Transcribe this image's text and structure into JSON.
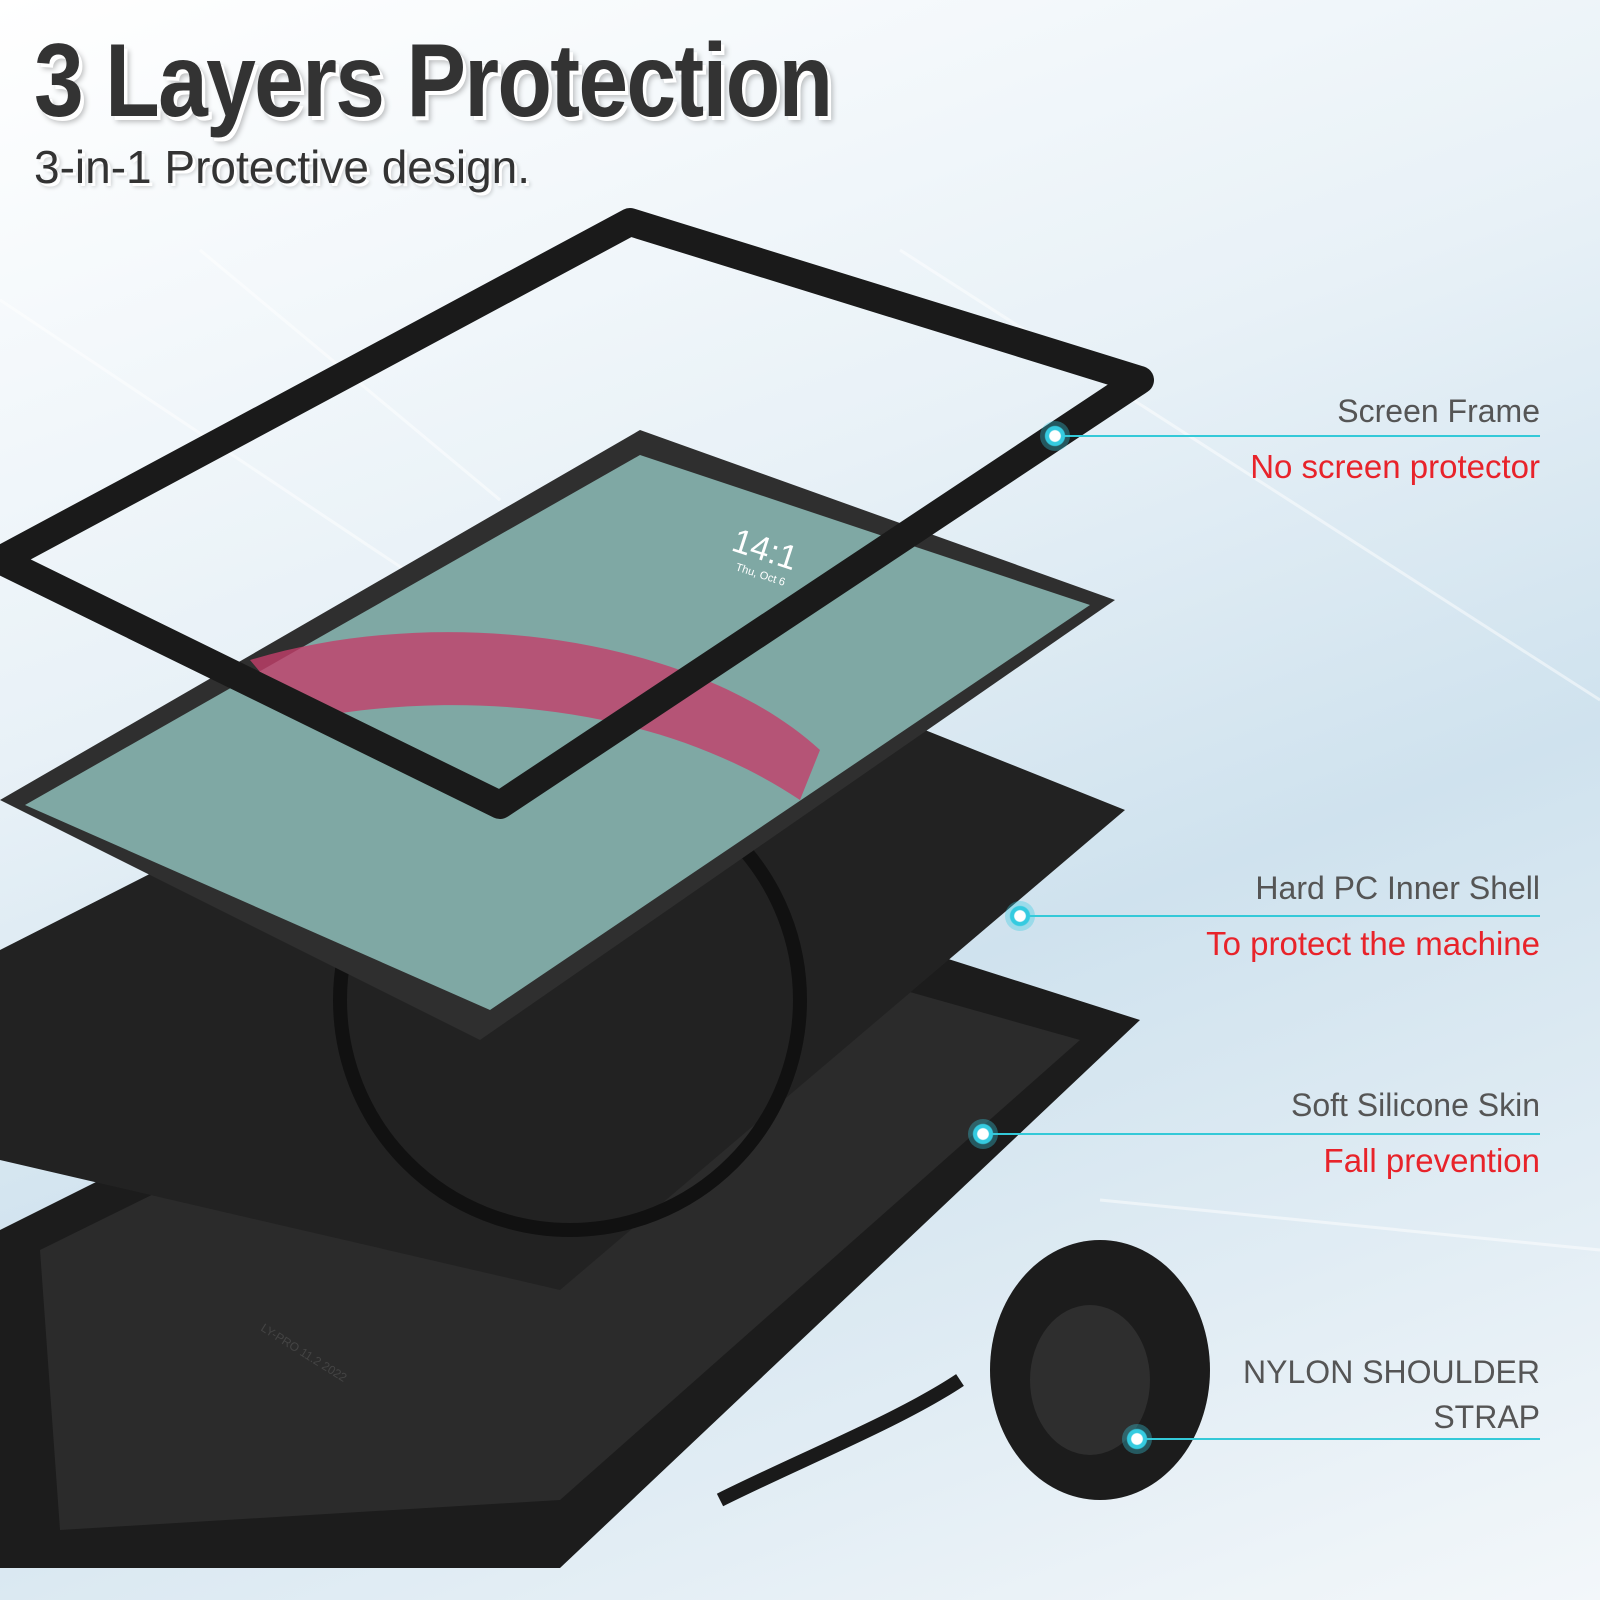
{
  "header": {
    "title": "3 Layers Protection",
    "subtitle": "3-in-1 Protective design."
  },
  "tablet_screen": {
    "clock": "14:1",
    "date": "Thu, Oct 6"
  },
  "embossed_text": "LY-PRO 11.2 2022",
  "callouts": [
    {
      "name": "Screen Frame",
      "note": "No screen protector"
    },
    {
      "name": "Hard PC Inner Shell",
      "note": "To protect the machine"
    },
    {
      "name": "Soft Silicone Skin",
      "note": "Fall prevention"
    },
    {
      "name": "NYLON SHOULDER",
      "name2": "STRAP"
    }
  ],
  "colors": {
    "title": "#333333",
    "note_red": "#e8232a",
    "leader_cyan": "#34c9d8",
    "case_black": "#1c1c1c"
  }
}
